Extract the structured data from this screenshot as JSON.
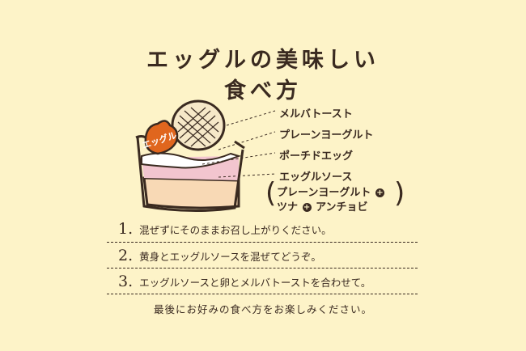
{
  "title": {
    "line1": "エッグルの美味しい",
    "line2": "食べ方"
  },
  "illustration": {
    "logo_text": "エッグル"
  },
  "labels": {
    "melba": "メルバトースト",
    "yogurt": "プレーンヨーグルト",
    "poached_egg": "ポーチドエッグ",
    "sauce": "エッグルソース",
    "sauce_item1": "プレーンヨーグルト",
    "sauce_item2a": "ツナ",
    "sauce_item2b": "アンチョビ",
    "plus_symbol": "+"
  },
  "steps": [
    {
      "num": "1.",
      "text": "混ぜずにそのままお召し上がりください。"
    },
    {
      "num": "2.",
      "text": "黄身とエッグルソースを混ぜてどうぞ。"
    },
    {
      "num": "3.",
      "text": "エッグルソースと卵とメルバトーストを合わせて。"
    }
  ],
  "closing": "最後にお好みの食べ方をお楽しみください。",
  "colors": {
    "background": "#fdf3c8",
    "ink": "#3a2a20",
    "orange_tag": "#e0661e",
    "pink_layer": "#f2c5cf",
    "base_layer": "#f8d9b5"
  }
}
